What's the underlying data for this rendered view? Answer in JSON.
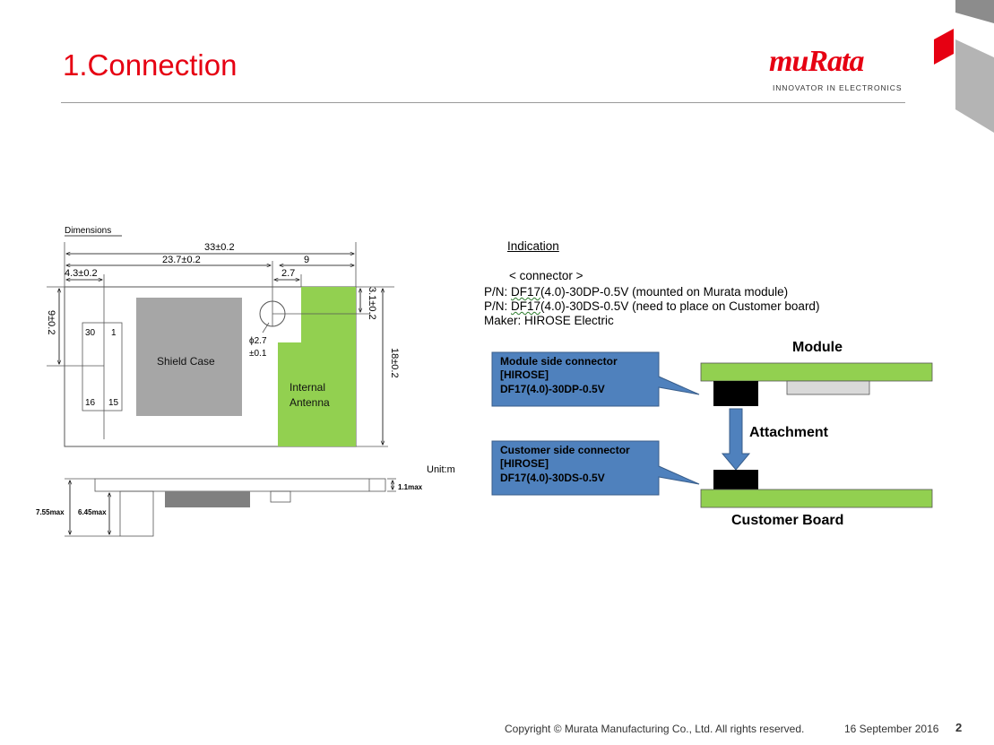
{
  "slide": {
    "title": "1.Connection",
    "page_number": "2",
    "date": "16 September 2016",
    "copyright": "Copyright © Murata Manufacturing Co., Ltd. All rights reserved."
  },
  "brand": {
    "logo_text": "muRata",
    "tagline": "INNOVATOR IN ELECTRONICS",
    "color": "#e60012"
  },
  "dimensions": {
    "heading": "Dimensions",
    "overall_width": "33±0.2",
    "offset_23_7": "23.7±0.2",
    "antenna_width": "9",
    "offset_4_3": "4.3±0.2",
    "hole_offset": "2.7",
    "right_offset": "3.1±0.2",
    "height_9": "9±0.2",
    "height_18": "18±0.2",
    "hole_diameter_line1": "ϕ2.7",
    "hole_diameter_line2": "±0.1",
    "pin_30": "30",
    "pin_1": "1",
    "pin_16": "16",
    "pin_15": "15",
    "shield_label": "Shield Case",
    "antenna_label_line1": "Internal",
    "antenna_label_line2": "Antenna",
    "unit": "Unit:mm",
    "side_1_1": "1.1max",
    "side_7_55": "7.55max",
    "side_6_45": "6.45max",
    "shield_color": "#a6a6a6",
    "antenna_color": "#92d050"
  },
  "connector_info": {
    "indication": "Indication",
    "heading": "< connector >",
    "pn_label_1": "P/N: ",
    "pn_part_1": "DF17",
    "pn_rest_1": "(4.0)-30DP-0.5V (mounted on Murata module)",
    "pn_label_2": "P/N: ",
    "pn_part_2": "DF17",
    "pn_rest_2": "(4.0)-30DS-0.5V (need to place on Customer board)",
    "maker": "Maker: HIROSE Electric"
  },
  "diagram": {
    "module_label": "Module",
    "customer_board_label": "Customer Board",
    "attachment_label": "Attachment",
    "module_callout_line1": "Module side connector",
    "module_callout_line2": "[HIROSE]",
    "module_callout_line3": "DF17(4.0)-30DP-0.5V",
    "customer_callout_line1": "Customer side connector",
    "customer_callout_line2": "[HIROSE]",
    "customer_callout_line3": "DF17(4.0)-30DS-0.5V",
    "board_color": "#92d050",
    "callout_color": "#4f81bd"
  }
}
